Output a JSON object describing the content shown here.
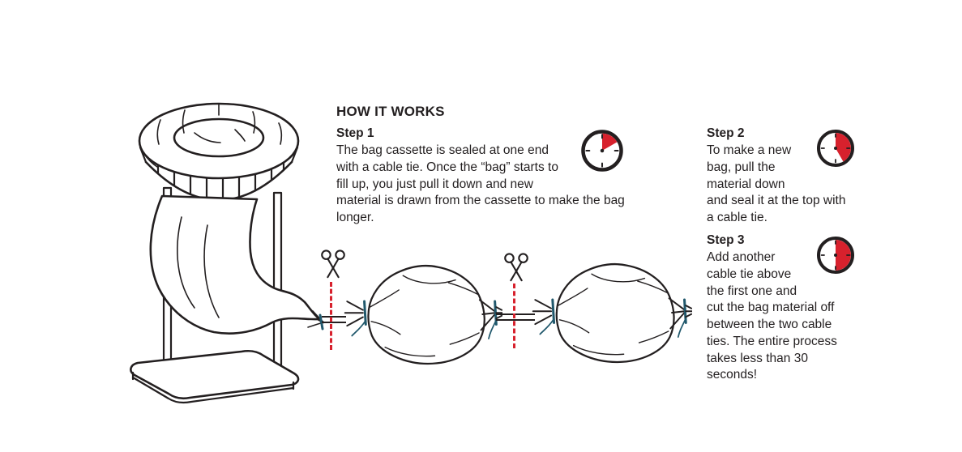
{
  "title": "HOW IT WORKS",
  "steps": [
    {
      "heading": "Step 1",
      "text": "The bag cassette is sealed at one end with a cable tie. Once the “bag” starts to fill up, you just pull it down and new material is drawn from the cassette to make the bag longer.",
      "timer_elapsed_fraction": 0.17
    },
    {
      "heading": "Step 2",
      "text": "To make a new bag, pull the material down and seal it at the top with a cable tie.",
      "timer_elapsed_fraction": 0.42
    },
    {
      "heading": "Step 3",
      "text": "Add another cable tie above the first one and cut the bag material off between the two cable ties. The entire process takes less than 30 seconds!",
      "timer_elapsed_fraction": 0.5
    }
  ],
  "icons": {
    "timer": "timer-clock-icon",
    "scissors": "scissors-icon",
    "cut_line": "red-dashed-cut-line"
  },
  "illustrations": {
    "stand": "waste-bag-stand-with-cassette",
    "bag_1": "tied-off-full-bag",
    "bag_2": "tied-off-full-bag"
  },
  "colors": {
    "accent_red": "#d7212d",
    "cable_tie_teal": "#20586c",
    "line_black": "#231f20",
    "background": "#ffffff"
  }
}
